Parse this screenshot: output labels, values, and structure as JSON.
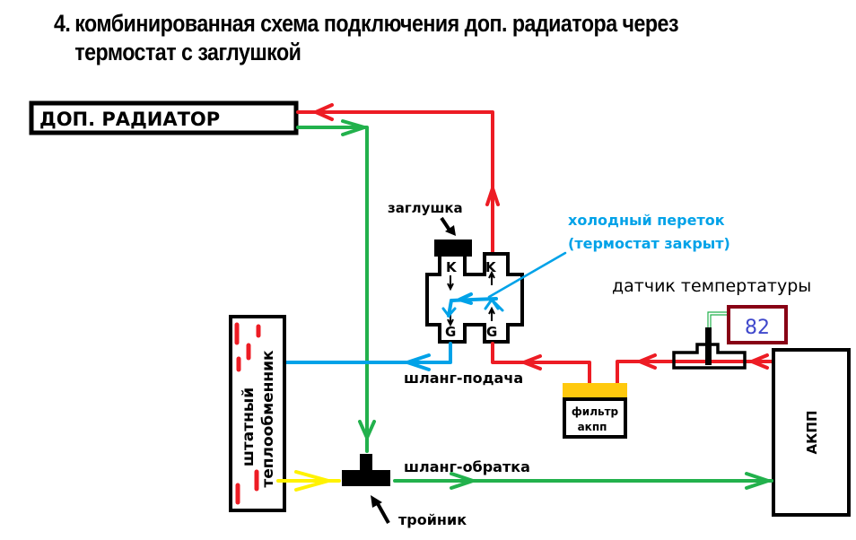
{
  "title": {
    "number": "4.",
    "line1": "комбинированная схема подключения доп. радиатора через",
    "line2": "термостат с заглушкой"
  },
  "components": {
    "extra_radiator": "ДОП. РАДИАТОР",
    "plug_label": "заглушка",
    "thermostat_ports": {
      "top_left": "K",
      "top_right": "K",
      "bottom_left": "G",
      "bottom_right": "G"
    },
    "cold_bypass_line1": "холодный переток",
    "cold_bypass_line2": "(термостат закрыт)",
    "temp_sensor_label": "датчик темпертатуры",
    "temp_reading": "82",
    "stock_cooler_line1": "штатный",
    "stock_cooler_line2": "теплообменник",
    "supply_hose": "шланг-подача",
    "return_hose": "шланг-обратка",
    "filter_line1": "фильтр",
    "filter_line2": "акпп",
    "tee_label": "тройник",
    "transmission": "АКПП"
  },
  "colors": {
    "hot": "#ed1c24",
    "cold": "#00a2e8",
    "return": "#22b14c",
    "yellow": "#fff200",
    "filter_cap": "#ffc90e",
    "display_border": "#880015",
    "display_text": "#3f48cc",
    "black": "#000000"
  }
}
